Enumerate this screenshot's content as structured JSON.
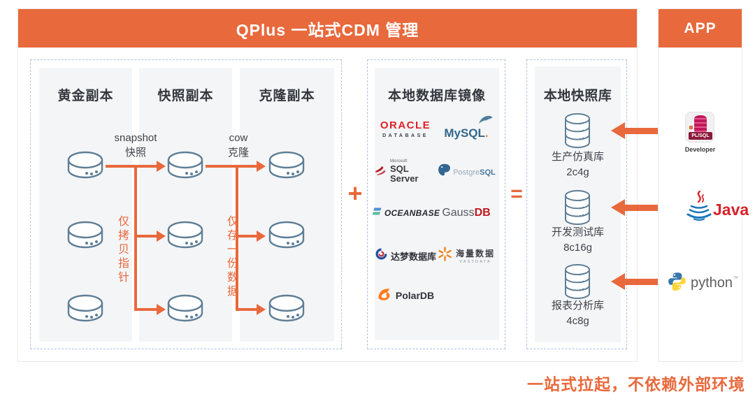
{
  "colors": {
    "accent": "#E8693C",
    "dash_border": "#AEC2DA",
    "column_bg": "#F4F5F7",
    "db_icon_stroke": "#5E7E96",
    "dark_text": "#33373D"
  },
  "main_header": {
    "title": "QPlus 一站式CDM 管理"
  },
  "app_panel": {
    "title": "APP",
    "plsql": {
      "band": "PL/SQL",
      "caption": "Developer"
    },
    "java": {
      "label": "Java"
    },
    "python": {
      "label": "python",
      "tm": "™"
    }
  },
  "copies": {
    "columns": [
      {
        "title": "黄金副本"
      },
      {
        "title": "快照副本"
      },
      {
        "title": "克隆副本"
      }
    ],
    "arrow1_label": {
      "line1": "snapshot",
      "line2": "快照"
    },
    "arrow2_label": {
      "line1": "cow",
      "line2": "克隆"
    },
    "note1": "仅拷贝指针",
    "note2": "仅存一份数据"
  },
  "operators": {
    "plus": "+",
    "equals": "="
  },
  "mirror": {
    "title": "本地数据库镜像",
    "oracle": {
      "line1": "ORACLE",
      "line2": "DATABASE"
    },
    "mysql": {
      "text": "MySQL",
      "dot": "."
    },
    "sqlserver": {
      "brand": "Microsoft",
      "text": "SQL Server"
    },
    "postgresql": {
      "part1": "Postgre",
      "part2": "SQL"
    },
    "oceanbase": {
      "text": "OCEANBASE"
    },
    "gaussdb": {
      "part1": "Gauss",
      "part2": "DB"
    },
    "dameng": {
      "text": "达梦数据库"
    },
    "vastdata": {
      "text": "海量数据",
      "sub": "VASTDATA"
    },
    "polardb": {
      "text": "PolarDB"
    }
  },
  "snapshot_lib": {
    "title": "本地快照库",
    "items": [
      {
        "name": "生产仿真库",
        "spec": "2c4g"
      },
      {
        "name": "开发测试库",
        "spec": "8c16g"
      },
      {
        "name": "报表分析库",
        "spec": "4c8g"
      }
    ]
  },
  "caption": "一站式拉起，不依赖外部环境"
}
